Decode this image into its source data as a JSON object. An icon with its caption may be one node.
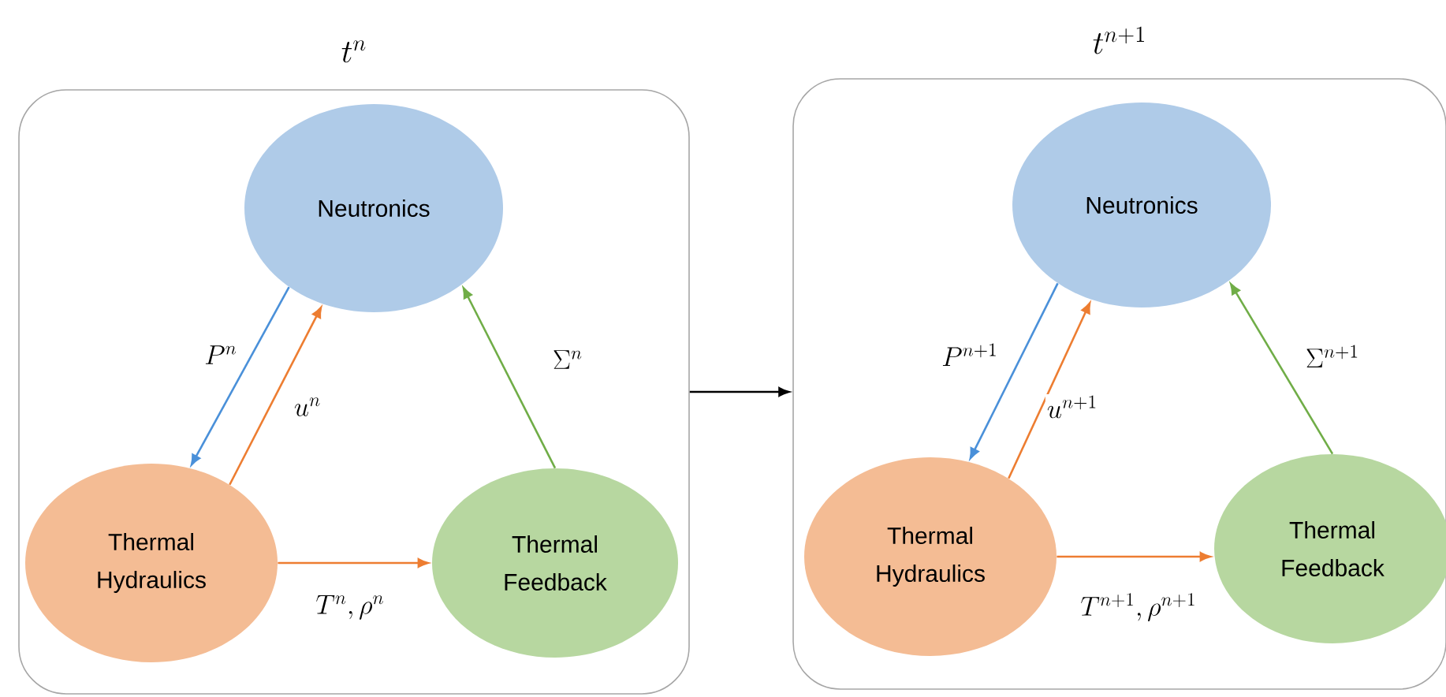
{
  "diagram": {
    "nodes": [
      {
        "text": [
          "t^{n}"
        ]
      },
      {
        "text": [
          "Neutronics"
        ],
        "in": 0
      },
      {
        "text": [
          "Thermal Hydraulics"
        ],
        "in": 0
      },
      {
        "text": [
          "Thermal Feedback"
        ],
        "in": 0
      },
      {
        "text": [
          "t^{n+1}"
        ]
      },
      {
        "text": [
          "Neutronics"
        ],
        "in": 4
      },
      {
        "text": [
          "Thermal Hydraulics"
        ],
        "in": 4
      },
      {
        "text": [
          "Thermal Feedback"
        ],
        "in": 4
      }
    ],
    "edges": [
      {
        "from": 1,
        "to": 2,
        "arrow": "to",
        "label": "P^{n}",
        "color": "#4a90d9"
      },
      {
        "from": 2,
        "to": 1,
        "arrow": "to",
        "label": "u^{n}",
        "color": "#ed7d31"
      },
      {
        "from": 3,
        "to": 1,
        "arrow": "to",
        "label": "\\Sigma^{n}",
        "color": "#70ad47"
      },
      {
        "from": 2,
        "to": 3,
        "arrow": "to",
        "label": "T^{n}, \\rho^{n}",
        "color": "#ed7d31"
      },
      {
        "from": 0,
        "to": 4,
        "arrow": "to",
        "color": "#000000"
      },
      {
        "from": 5,
        "to": 6,
        "arrow": "to",
        "label": "P^{n+1}",
        "color": "#4a90d9"
      },
      {
        "from": 6,
        "to": 5,
        "arrow": "to",
        "label": "u^{n+1}",
        "color": "#ed7d31"
      },
      {
        "from": 7,
        "to": 5,
        "arrow": "to",
        "label": "\\Sigma^{n+1}",
        "color": "#70ad47"
      },
      {
        "from": 6,
        "to": 7,
        "arrow": "to",
        "label": "T^{n+1}, \\rho^{n+1}",
        "color": "#ed7d31"
      }
    ]
  }
}
